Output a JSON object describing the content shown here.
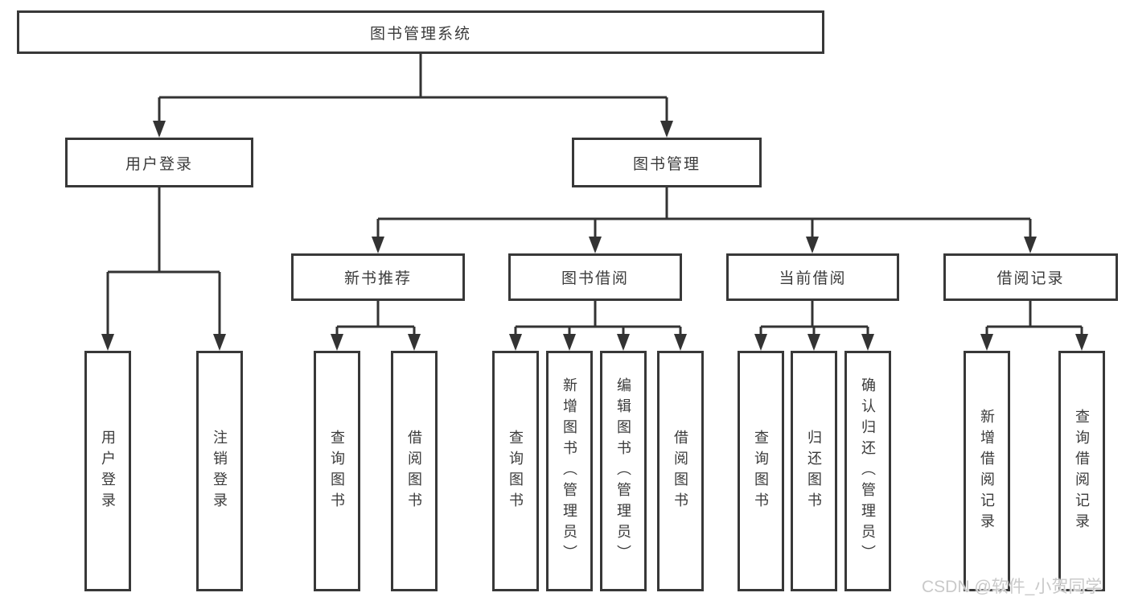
{
  "diagram_title": "图书管理系统",
  "tree": {
    "root": {
      "label": "图书管理系统"
    },
    "user_login": {
      "label": "用户登录",
      "children": [
        {
          "label": "用户登录"
        },
        {
          "label": "注销登录"
        }
      ]
    },
    "book_management": {
      "label": "图书管理",
      "children": [
        {
          "label": "新书推荐",
          "children": [
            {
              "label": "查询图书"
            },
            {
              "label": "借阅图书"
            }
          ]
        },
        {
          "label": "图书借阅",
          "children": [
            {
              "label": "查询图书"
            },
            {
              "label": "新增图书（管理员）"
            },
            {
              "label": "编辑图书（管理员）"
            },
            {
              "label": "借阅图书"
            }
          ]
        },
        {
          "label": "当前借阅",
          "children": [
            {
              "label": "查询图书"
            },
            {
              "label": "归还图书"
            },
            {
              "label": "确认归还（管理员）"
            }
          ]
        },
        {
          "label": "借阅记录",
          "children": [
            {
              "label": "新增借阅记录"
            },
            {
              "label": "查询借阅记录"
            }
          ]
        }
      ]
    }
  },
  "watermark": {
    "text": "CSDN @软件_小贺同学"
  },
  "colors": {
    "line": "#333333",
    "border": "#383838",
    "text": "#3b3b3b",
    "box_background": "#ffffff",
    "watermark": "#c9c9c9"
  }
}
